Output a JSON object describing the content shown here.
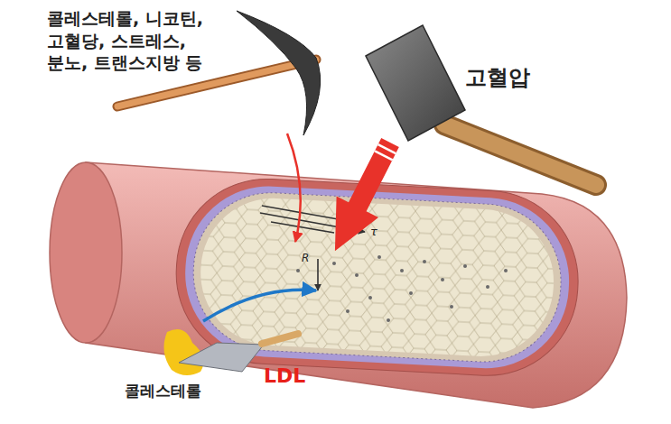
{
  "diagram": {
    "labels": [
      "콜레스테롤, 니코틴, 고혈당, 스트레스, 분노, 트랜스지방 등",
      "고혈압",
      "콜레스테롤",
      "LDL",
      "R",
      "τ"
    ]
  }
}
